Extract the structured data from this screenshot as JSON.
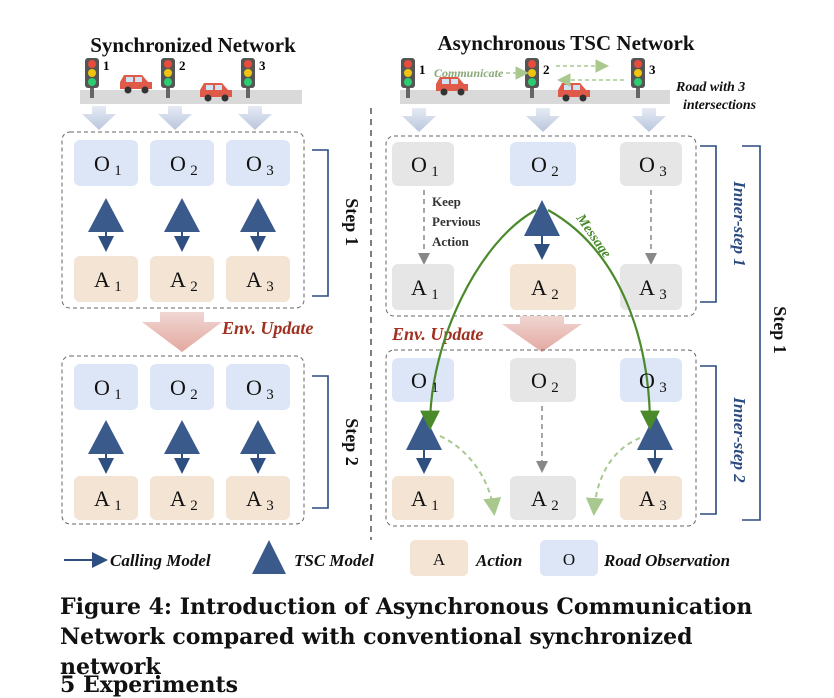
{
  "figure": {
    "left_title": "Synchronized Network",
    "right_title": "Asynchronous TSC Network",
    "communicate_label": "Communicate",
    "road_note_line1": "Road with 3",
    "road_note_line2": "intersections",
    "intersection_numbers": [
      "1",
      "2",
      "3"
    ],
    "obs_labels": [
      "O",
      "O",
      "O"
    ],
    "act_labels": [
      "A",
      "A",
      "A"
    ],
    "subscripts": [
      "1",
      "2",
      "3"
    ],
    "step1_label": "Step 1",
    "step2_label": "Step 2",
    "env_update_label": "Env. Update",
    "keep_line1": "Keep",
    "keep_line2": "Pervious",
    "keep_line3": "Action",
    "message_label": "Message",
    "inner_step1_label": "Inner-step 1",
    "inner_step2_label": "Inner-step 2",
    "legend": {
      "calling_model": "Calling Model",
      "tsc_model": "TSC Model",
      "action_symbol": "A",
      "action": "Action",
      "obs_symbol": "O",
      "road_observation": "Road Observation"
    },
    "colors": {
      "observation_fill": "#dde6f6",
      "action_fill": "#f3e4d4",
      "inactive_fill": "#e6e6e6",
      "tsc_model": "#3a5a8c",
      "env_update_text": "#a03020",
      "message_green": "#4a8a2a",
      "road": "#d9d9d9"
    }
  },
  "caption": "Figure 4: Introduction of Asynchronous Communication Network compared with conventional synchronized network",
  "next_heading": "5 Experiments"
}
